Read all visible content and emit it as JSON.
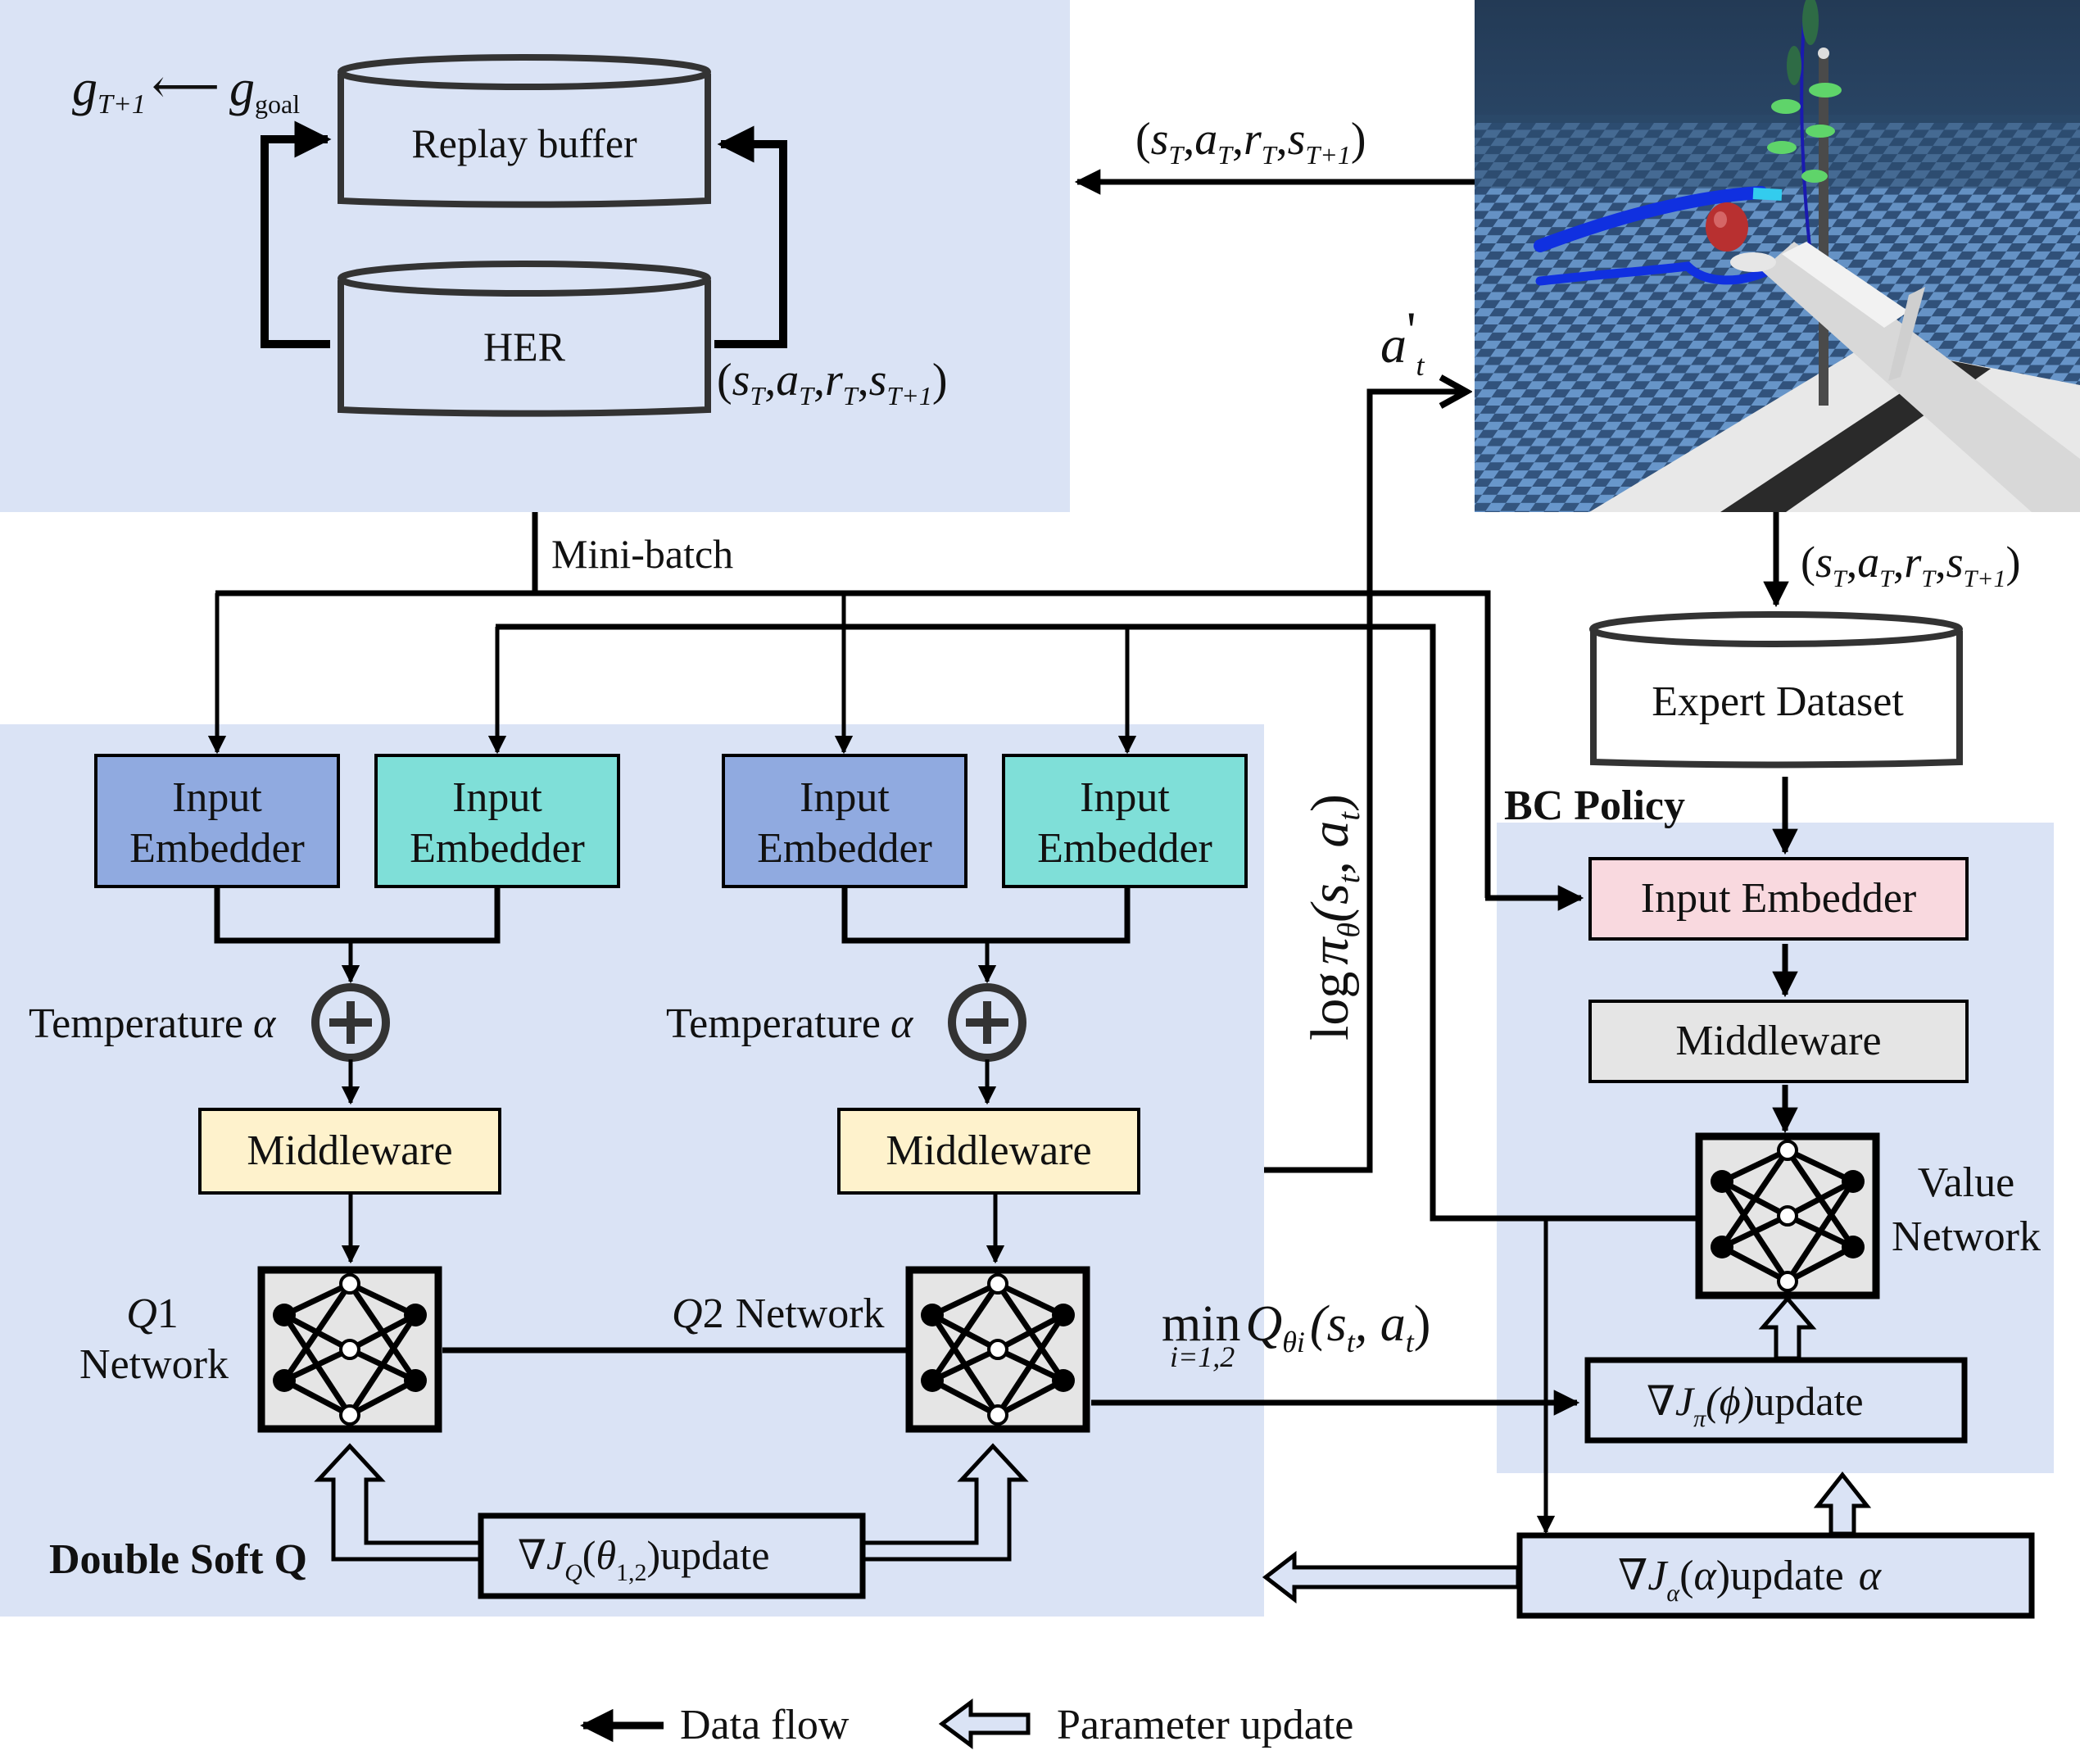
{
  "colors": {
    "panel": "#dae3f5",
    "embedder_blue": "#90aae0",
    "embedder_teal": "#7fdfd8",
    "middleware_yellow": "#fef2cc",
    "bc_embedder_pink": "#f9d9df",
    "bc_middleware_gray": "#e5e5e5",
    "network_box": "#e5e5e5"
  },
  "replay_section": {
    "goal_relabel": {
      "g1": "g",
      "g1_sub": "T+1",
      "arrow": "⟵",
      "g2": "g",
      "g2_sub": "goal"
    },
    "replay_buffer_label": "Replay buffer",
    "her_label": "HER",
    "her_transition": {
      "open": "(",
      "s": "s",
      "s_sub": "T",
      "a": "a",
      "a_sub": "T",
      "r": "r",
      "r_sub": "T",
      "s2": "s",
      "s2_sub": "T+1",
      "close": ")",
      "sep": ","
    }
  },
  "environment": {
    "image_alt": "Simulation scene: robotic arm approaching an apple on a plant with a support pole over a checkered floor",
    "transition": {
      "open": "(",
      "s": "s",
      "s_sub": "T",
      "a": "a",
      "a_sub": "T",
      "r": "r",
      "r_sub": "T",
      "s2": "s",
      "s2_sub": "T+1",
      "close": ")",
      "sep": ","
    },
    "action_label": {
      "a": "a",
      "prime": "'",
      "sub": "t"
    }
  },
  "minibatch_label": "Mini-batch",
  "log_pi_label": {
    "log": "log",
    "pi": "π",
    "pi_sub": "θ",
    "args": "(s",
    "s_sub": "t",
    "comma": ", a",
    "a_sub": "t",
    "close": ")"
  },
  "double_soft_q": {
    "title": "Double Soft Q",
    "branches": [
      {
        "embedder_a": [
          "Input",
          "Embedder"
        ],
        "embedder_b": [
          "Input",
          "Embedder"
        ],
        "temperature": "Temperature",
        "alpha": "α",
        "middleware": "Middleware",
        "network_label_q": "Q",
        "network_label_num": "1",
        "network_label_word": "Network"
      },
      {
        "embedder_a": [
          "Input",
          "Embedder"
        ],
        "embedder_b": [
          "Input",
          "Embedder"
        ],
        "temperature": "Temperature",
        "alpha": "α",
        "middleware": "Middleware",
        "network_label_q": "Q",
        "network_label_num": "2",
        "network_label_word": "Network"
      }
    ],
    "update_box": {
      "nabla": "∇",
      "J": "J",
      "J_sub": "Q",
      "arg_open": "(",
      "theta": "θ",
      "theta_sub": "1,2",
      "arg_close": ")",
      "word": "update"
    },
    "min_q": {
      "min": "min",
      "min_sub": "i=1,2",
      "Q": "Q",
      "Q_sub": "θi",
      "args": "(s",
      "s_sub": "t",
      "comma": ", a",
      "a_sub": "t",
      "close": ")"
    }
  },
  "expert": {
    "transition": {
      "open": "(",
      "s": "s",
      "s_sub": "T",
      "a": "a",
      "a_sub": "T",
      "r": "r",
      "r_sub": "T",
      "s2": "s",
      "s2_sub": "T+1",
      "close": ")",
      "sep": ","
    },
    "dataset_label": "Expert Dataset"
  },
  "bc_policy": {
    "title": "BC Policy",
    "input_embedder": "Input Embedder",
    "middleware": "Middleware",
    "value_network": [
      "Value",
      "Network"
    ],
    "pi_update": {
      "nabla": "∇",
      "J": "J",
      "J_sub": "π",
      "arg": "(ϕ)",
      "word": "update"
    }
  },
  "alpha_update": {
    "nabla": "∇",
    "J": "J",
    "J_sub": "α",
    "arg_open": "(",
    "alpha": "α",
    "arg_close": ")",
    "word": "update",
    "alpha2": "α"
  },
  "legend": {
    "data_flow": "Data flow",
    "parameter_update": "Parameter update"
  }
}
